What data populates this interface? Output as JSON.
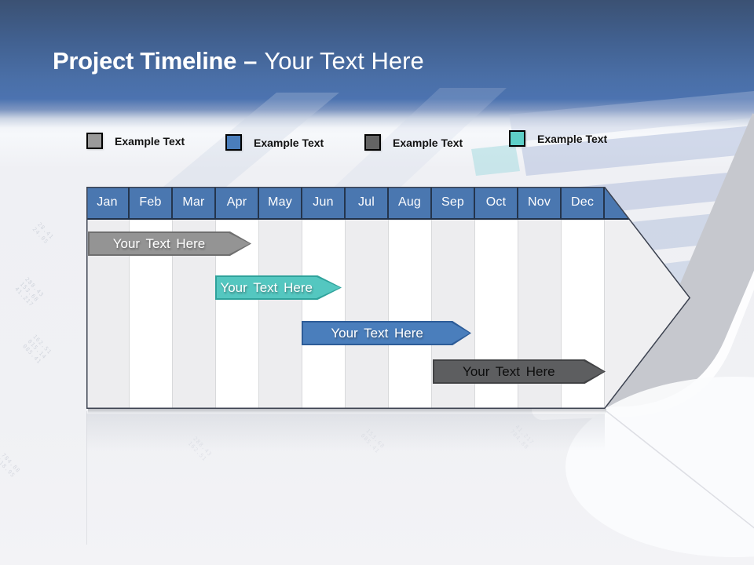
{
  "slide": {
    "title": {
      "main": "Project Timeline",
      "separator": "–",
      "suffix": "Your Text Here"
    }
  },
  "legend": {
    "items": [
      {
        "label": "Example Text",
        "swatch_color": "#9a9a9a",
        "swatch_border": "#7a7a7a"
      },
      {
        "label": "Example Text",
        "swatch_color": "#4a7ebc",
        "swatch_border": "#2f5d98"
      },
      {
        "label": "Example Text",
        "swatch_color": "#646464",
        "swatch_border": "#464646"
      },
      {
        "label": "Example Text",
        "swatch_color": "#5ecfc8",
        "swatch_border": "#31a49c"
      }
    ]
  },
  "chart_data": {
    "type": "bar",
    "subtype": "gantt-timeline",
    "title": "Project Timeline – Your Text Here",
    "categories": [
      "Jan",
      "Feb",
      "Mar",
      "Apr",
      "May",
      "Jun",
      "Jul",
      "Aug",
      "Sep",
      "Oct",
      "Nov",
      "Dec"
    ],
    "legend_position": "top",
    "grid": "alternating-month-columns",
    "header_color": "#4a77b0",
    "column_colors": [
      "#ededef",
      "#ffffff"
    ],
    "bars": [
      {
        "label": "Your Text Here",
        "row": 1,
        "start_month": "Jan",
        "end_month": "Apr",
        "start_index": 0.0,
        "end_index": 3.8,
        "color": "#949494",
        "border_color": "#6f6f6f",
        "text_color": "#ffffff"
      },
      {
        "label": "Your Text Here",
        "row": 2,
        "start_month": "Apr",
        "end_month": "Jun",
        "start_index": 3.0,
        "end_index": 5.9,
        "color": "#54c7c0",
        "border_color": "#2fa29b",
        "text_color": "#ffffff"
      },
      {
        "label": "Your Text Here",
        "row": 3,
        "start_month": "Jun",
        "end_month": "Sep",
        "start_index": 5.0,
        "end_index": 8.9,
        "color": "#4a7ebc",
        "border_color": "#2d5c98",
        "text_color": "#ffffff"
      },
      {
        "label": "Your Text Here",
        "row": 4,
        "start_month": "Sep",
        "end_month": "Dec",
        "start_index": 8.0,
        "end_index": 12.0,
        "color": "#5d5e60",
        "border_color": "#414244",
        "text_color": "#0d0d0d"
      }
    ]
  },
  "decorative_numbers": [
    "288.43",
    "153.68",
    "41.217",
    "162.51",
    "015.14",
    "085.41",
    "784.88",
    "28.41",
    "24.05",
    "118.95"
  ]
}
